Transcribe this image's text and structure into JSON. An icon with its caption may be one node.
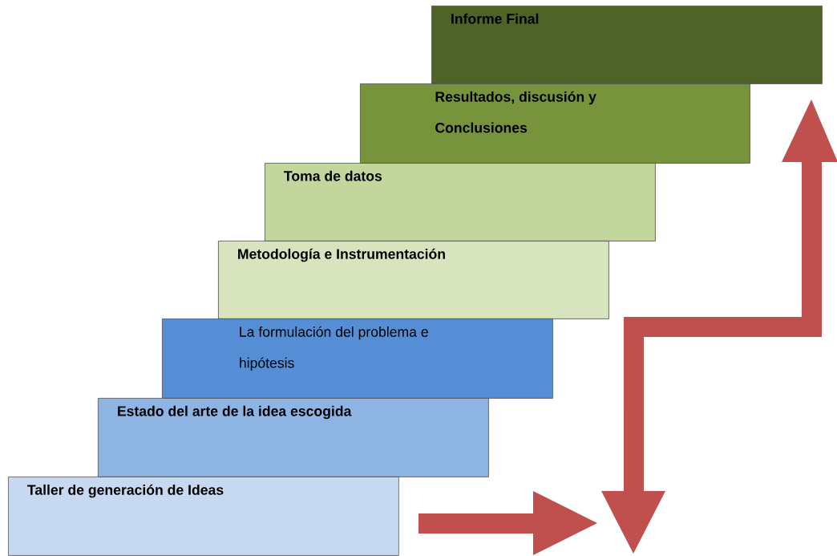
{
  "diagram": {
    "nodes": [
      {
        "text": [
          "Informe Final"
        ]
      },
      {
        "text": [
          "Resultados, discusión y Conclusiones"
        ]
      },
      {
        "text": [
          "Toma de datos"
        ]
      },
      {
        "text": [
          "Metodología e Instrumentación"
        ]
      },
      {
        "text": [
          "La formulación del problema e hipótesis"
        ]
      },
      {
        "text": [
          "Estado del arte de la idea escogida"
        ]
      },
      {
        "text": [
          "Taller de generación de Ideas"
        ]
      }
    ]
  }
}
